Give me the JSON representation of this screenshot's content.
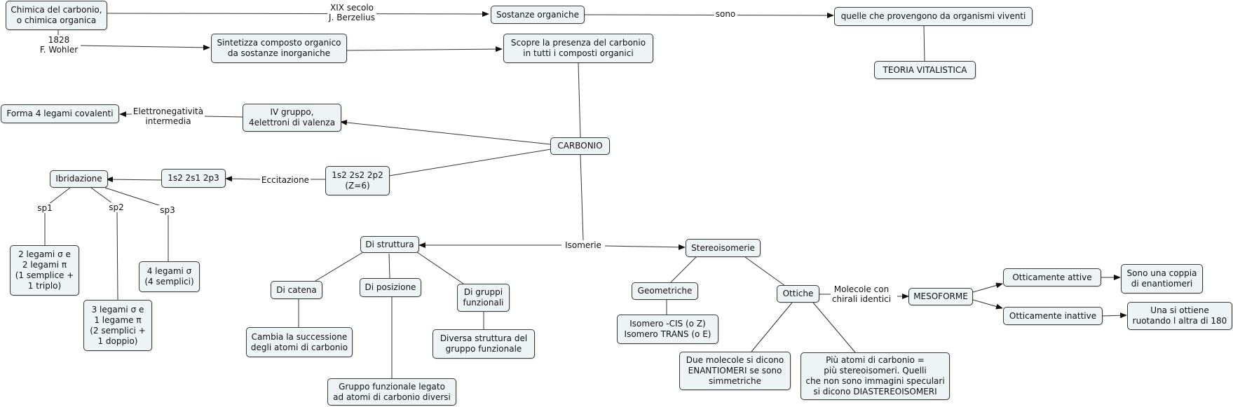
{
  "nodes": {
    "chimica": "Chimica del carbonio,\no chimica organica",
    "sostanze": "Sostanze organiche",
    "provengono": "quelle che provengono da organismi viventi",
    "teoria": "TEORIA VITALISTICA",
    "sintetizza": "Sintetizza composto organico\nda sostanze inorganiche",
    "scopre": "Scopre la presenza del carbonio\nin tutti i composti organici",
    "forma4": "Forma 4 legami covalenti",
    "ivgruppo": "IV gruppo,\n4elettroni di valenza",
    "carbonio": "CARBONIO",
    "ibridazione": "Ibridazione",
    "s2s1p3": "1s2 2s1 2p3",
    "s2s2p2": "1s2 2s2 2p2\n(Z=6)",
    "sp1box": "2 legami σ e\n2 legami π\n(1 semplice +\n1 triplo)",
    "sp2box": "3 legami σ e\n1 legame π\n(2 semplici +\n1 doppio)",
    "sp3box": "4 legami σ\n(4 semplici)",
    "distruttura": "Di struttura",
    "stereo": "Stereoisomerie",
    "dicatena": "Di catena",
    "diposizione": "Di posizione",
    "digruppi": "Di gruppi\nfunzionali",
    "cambia": "Cambia la successione\ndegli atomi di carbonio",
    "diversa": "Diversa struttura del\ngruppo funzionale",
    "gruppofunz": "Gruppo funzionale legato\nad atomi di carbonio diversi",
    "geometriche": "Geometriche",
    "ottiche": "Ottiche",
    "isomero": "Isomero -CIS (o Z)\nIsomero TRANS (o E)",
    "duemolecole": "Due molecole si dicono\nENANTIOMERI se sono\nsimmetriche",
    "piuatomi": "Più atomi di carbonio =\npiù stereoisomeri. Quelli\nche non sono immagini speculari\nsi dicono DIASTEREOISOMERI",
    "mesoforme": "MESOFORME",
    "attive": "Otticamente attive",
    "inattive": "Otticamente inattive",
    "coppia": "Sono una coppia\ndi enantiomeri",
    "ruotando": "Una si ottiene\nruotando l altra di 180"
  },
  "labels": {
    "xix": "XIX secolo\nJ. Berzelius",
    "sono": "sono",
    "wohler": "1828\nF. Wohler",
    "elettro": "Elettronegatività\nintermedia",
    "eccitazione": "Eccitazione",
    "sp1": "sp1",
    "sp2": "sp2",
    "sp3": "sp3",
    "isomerie": "Isomerie",
    "molecole": "Molecole con\nchirali identici"
  }
}
